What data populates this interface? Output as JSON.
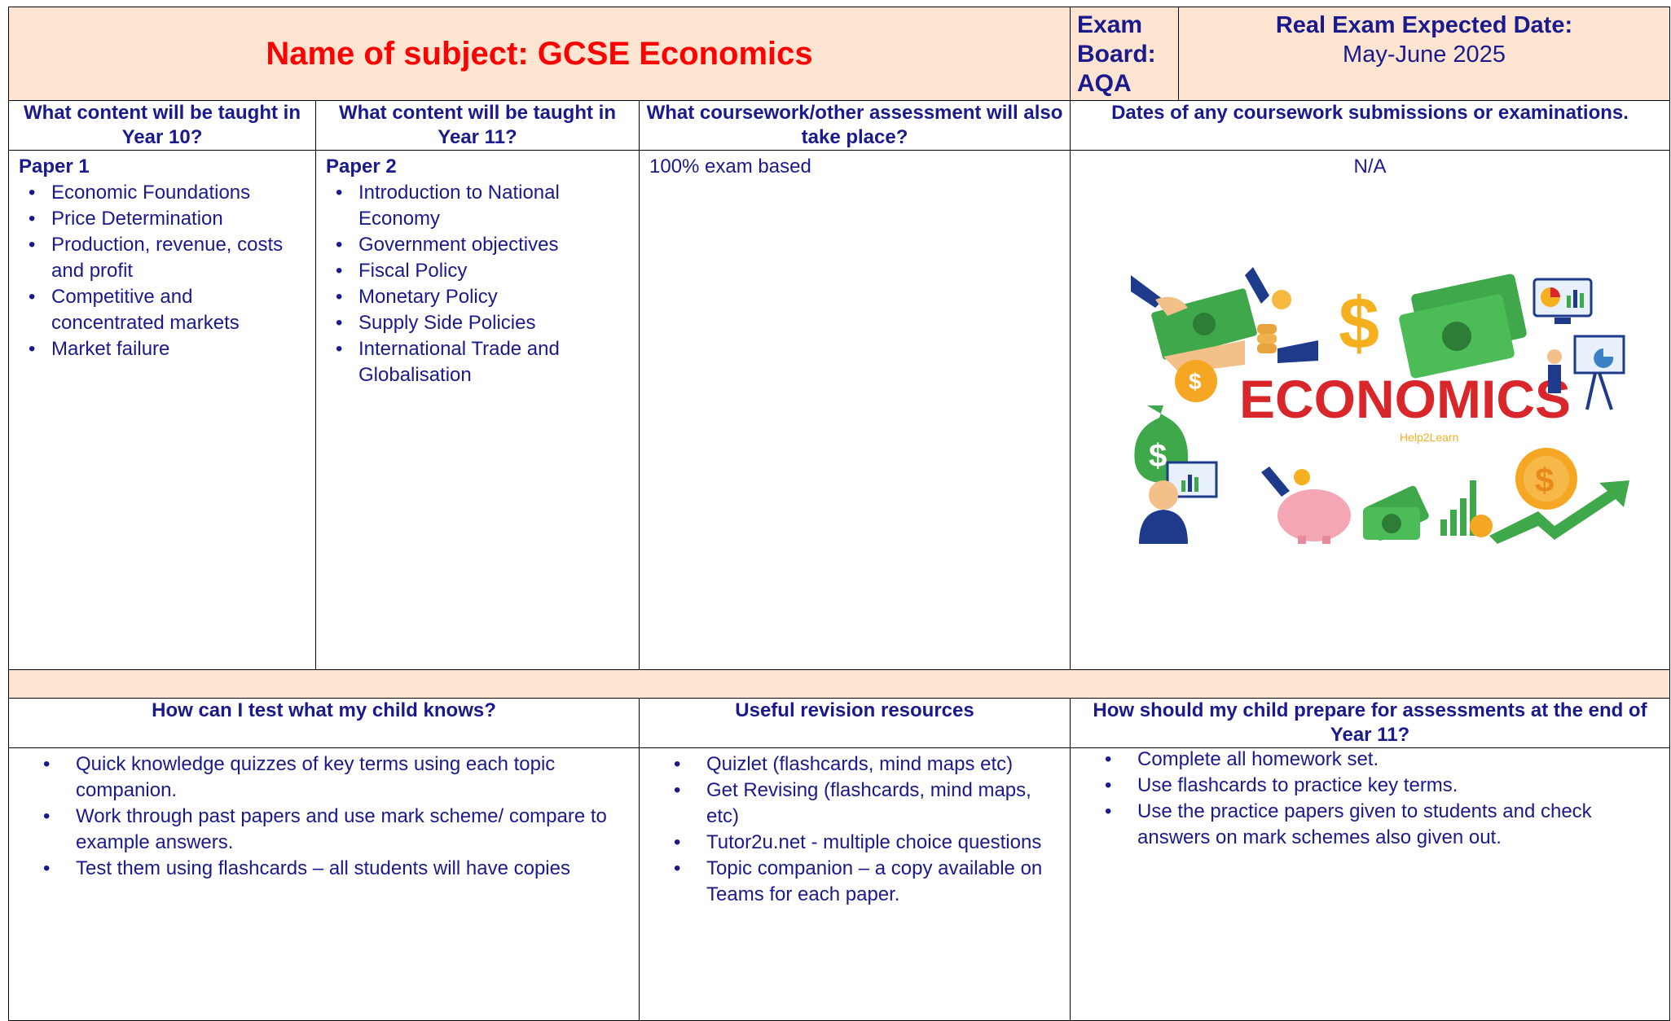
{
  "header": {
    "title": "Name of subject: GCSE Economics",
    "exam_board": "Exam Board: AQA",
    "exam_date_label": "Real Exam Expected Date:",
    "exam_date_value": "May-June 2025"
  },
  "top_headers": [
    "What content will be taught in Year 10?",
    "What content will be taught in Year 11?",
    "What coursework/other assessment will also take place?",
    "Dates of any coursework submissions or examinations."
  ],
  "year10": {
    "paper": "Paper 1",
    "items": [
      "Economic Foundations",
      "Price Determination",
      "Production, revenue, costs and profit",
      "Competitive and concentrated markets",
      "Market failure"
    ]
  },
  "year11": {
    "paper": "Paper 2",
    "items": [
      "Introduction to National Economy",
      "Government objectives",
      "Fiscal Policy",
      "Monetary Policy",
      "Supply Side Policies",
      "International Trade and Globalisation"
    ]
  },
  "assessment": "100% exam based",
  "dates": "N/A",
  "image_text": {
    "word": "ECONOMICS",
    "brand": "Help2Learn"
  },
  "bottom_headers": [
    "How can I test what my child knows?",
    "Useful revision resources",
    "How should my child prepare for assessments at the end of Year 11?"
  ],
  "test_items": [
    "Quick knowledge quizzes of key terms using each topic companion.",
    "Work through past papers and use mark scheme/ compare to example answers.",
    "Test them using flashcards – all students will have copies"
  ],
  "resources": [
    "Quizlet (flashcards, mind maps etc)",
    "Get Revising (flashcards, mind maps, etc)",
    "Tutor2u.net - multiple choice questions",
    "Topic companion – a copy available on Teams for each paper."
  ],
  "prepare_items": [
    "Complete all homework set.",
    "Use flashcards to practice key terms.",
    "Use the practice papers given to students and check answers on mark schemes also given out."
  ],
  "colors": {
    "title": "#ff0000",
    "text": "#1a1a8c",
    "peach": "#fde5d2"
  }
}
